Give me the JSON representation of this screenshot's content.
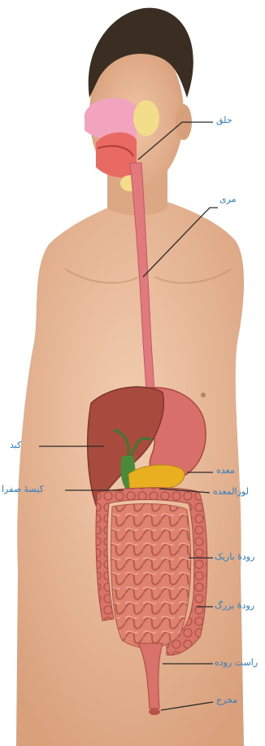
{
  "labels": {
    "pharynx": "حلق",
    "esophagus": "مری",
    "liver": "کبد",
    "gallbladder": "کیسهٔ صفرا",
    "stomach": "معده",
    "pancreas": "لوزالمعده",
    "small_intestine": "رودهٔ باریک",
    "large_intestine": "رودهٔ بزرگ",
    "rectum": "راست روده",
    "anus": "مخرج"
  },
  "colors": {
    "label_text": "#2b7fc0",
    "leader_line": "#2a2a2a",
    "skin": "#e8b896",
    "hair": "#3a2d22",
    "esophagus": "#e07a7e",
    "liver": "#a94a3f",
    "stomach": "#d96f6a",
    "gallbladder": "#4a8a3a",
    "pancreas": "#e8b020",
    "intestine": "#de8370"
  }
}
